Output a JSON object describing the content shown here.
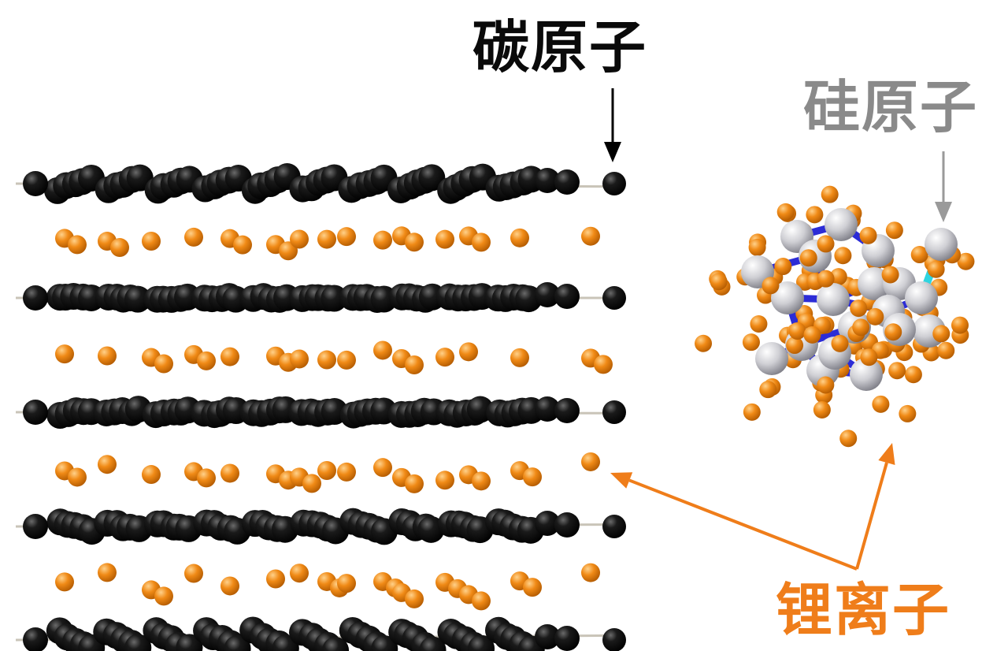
{
  "labels": {
    "carbon": "碳原子",
    "silicon": "硅原子",
    "lithium": "锂离子"
  },
  "colors": {
    "carbon_atom": "#111111",
    "carbon_label": "#0a0a0a",
    "silicon_atom": "#c9c9cc",
    "silicon_label": "#8a8a8a",
    "lithium_ion": "#f08a16",
    "lithium_label": "#ef7d1a",
    "si_bond": "#2c2cd6",
    "si_bond_accent": "#2fd5e0",
    "arrow_carbon": "#000000",
    "arrow_silicon": "#9a9a9a",
    "arrow_lithium": "#ef7d1a"
  }
}
